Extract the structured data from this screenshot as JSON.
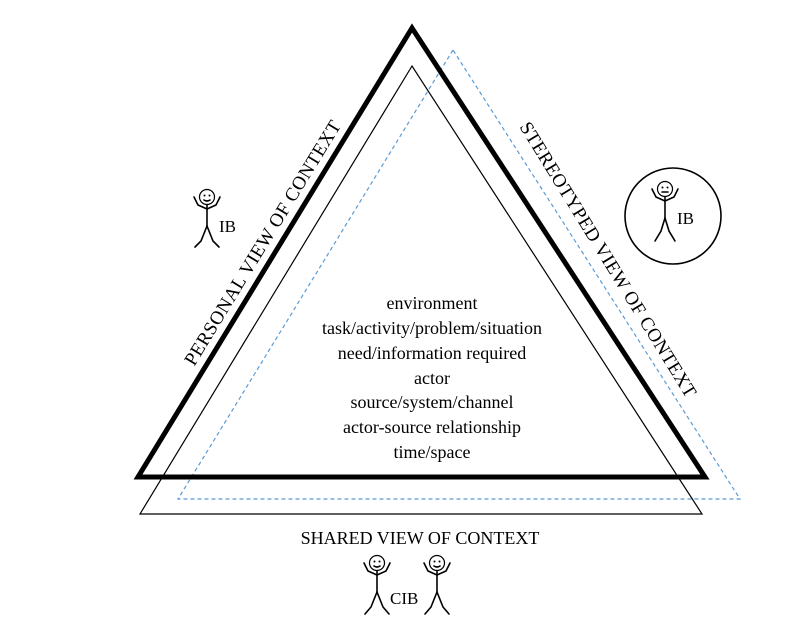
{
  "center_concepts": [
    "environment",
    "task/activity/problem/situation",
    "need/information required",
    "actor",
    "source/system/channel",
    "actor-source relationship",
    "time/space"
  ],
  "views": {
    "personal": "PERSONAL VIEW OF CONTEXT",
    "stereotyped": "STEREOTYPED VIEW OF CONTEXT",
    "shared": "SHARED VIEW OF CONTEXT"
  },
  "figures": {
    "personal_label": "IB",
    "stereotyped_label": "IB",
    "shared_label": "CIB"
  },
  "colors": {
    "line": "#000000",
    "dashed": "#5b9bd5",
    "background": "#ffffff"
  }
}
